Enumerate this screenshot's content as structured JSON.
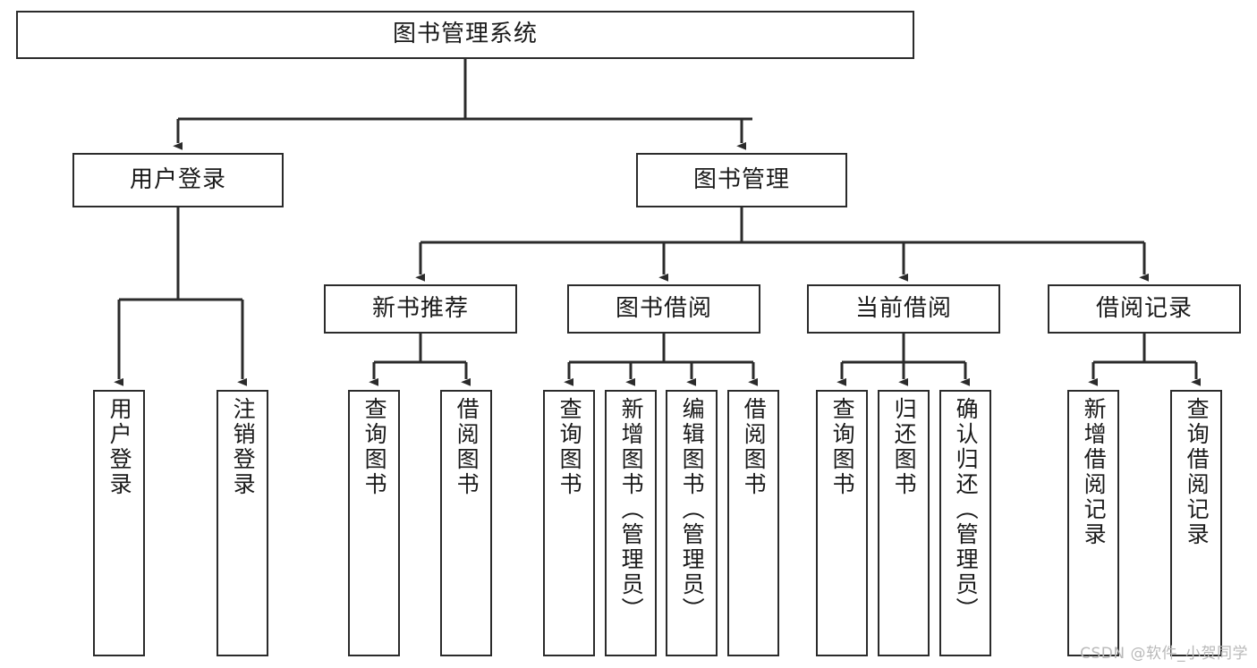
{
  "diagram": {
    "title": "图书管理系统",
    "type": "tree-hierarchy",
    "watermark": "CSDN @软件_小贺同学",
    "colors": {
      "background": "#ffffff",
      "node_fill": "#ffffff",
      "node_stroke": "#2b2b2b",
      "edge_stroke": "#2b2b2b",
      "text": "#1a1a1a",
      "watermark": "#b9b9b9"
    },
    "nodes": {
      "root": {
        "label": "图书管理系统"
      },
      "level2": [
        {
          "id": "user-login",
          "label": "用户登录"
        },
        {
          "id": "book-manage",
          "label": "图书管理"
        }
      ],
      "level3": [
        {
          "id": "new-book-recommend",
          "label": "新书推荐"
        },
        {
          "id": "book-borrow",
          "label": "图书借阅"
        },
        {
          "id": "current-borrow",
          "label": "当前借阅"
        },
        {
          "id": "borrow-record",
          "label": "借阅记录"
        }
      ],
      "leaves": {
        "user-login": [
          {
            "id": "leaf-user-login",
            "label": "用户登录"
          },
          {
            "id": "leaf-logout",
            "label": "注销登录"
          }
        ],
        "new-book-recommend": [
          {
            "id": "leaf-query-book-1",
            "label": "查询图书"
          },
          {
            "id": "leaf-borrow-book-1",
            "label": "借阅图书"
          }
        ],
        "book-borrow": [
          {
            "id": "leaf-query-book-2",
            "label": "查询图书"
          },
          {
            "id": "leaf-add-book",
            "label": "新增图书（管理员）"
          },
          {
            "id": "leaf-edit-book",
            "label": "编辑图书（管理员）"
          },
          {
            "id": "leaf-borrow-book-2",
            "label": "借阅图书"
          }
        ],
        "current-borrow": [
          {
            "id": "leaf-query-book-3",
            "label": "查询图书"
          },
          {
            "id": "leaf-return-book",
            "label": "归还图书"
          },
          {
            "id": "leaf-confirm-return",
            "label": "确认归还（管理员）"
          }
        ],
        "borrow-record": [
          {
            "id": "leaf-add-record",
            "label": "新增借阅记录"
          },
          {
            "id": "leaf-query-record",
            "label": "查询借阅记录"
          }
        ]
      }
    }
  }
}
